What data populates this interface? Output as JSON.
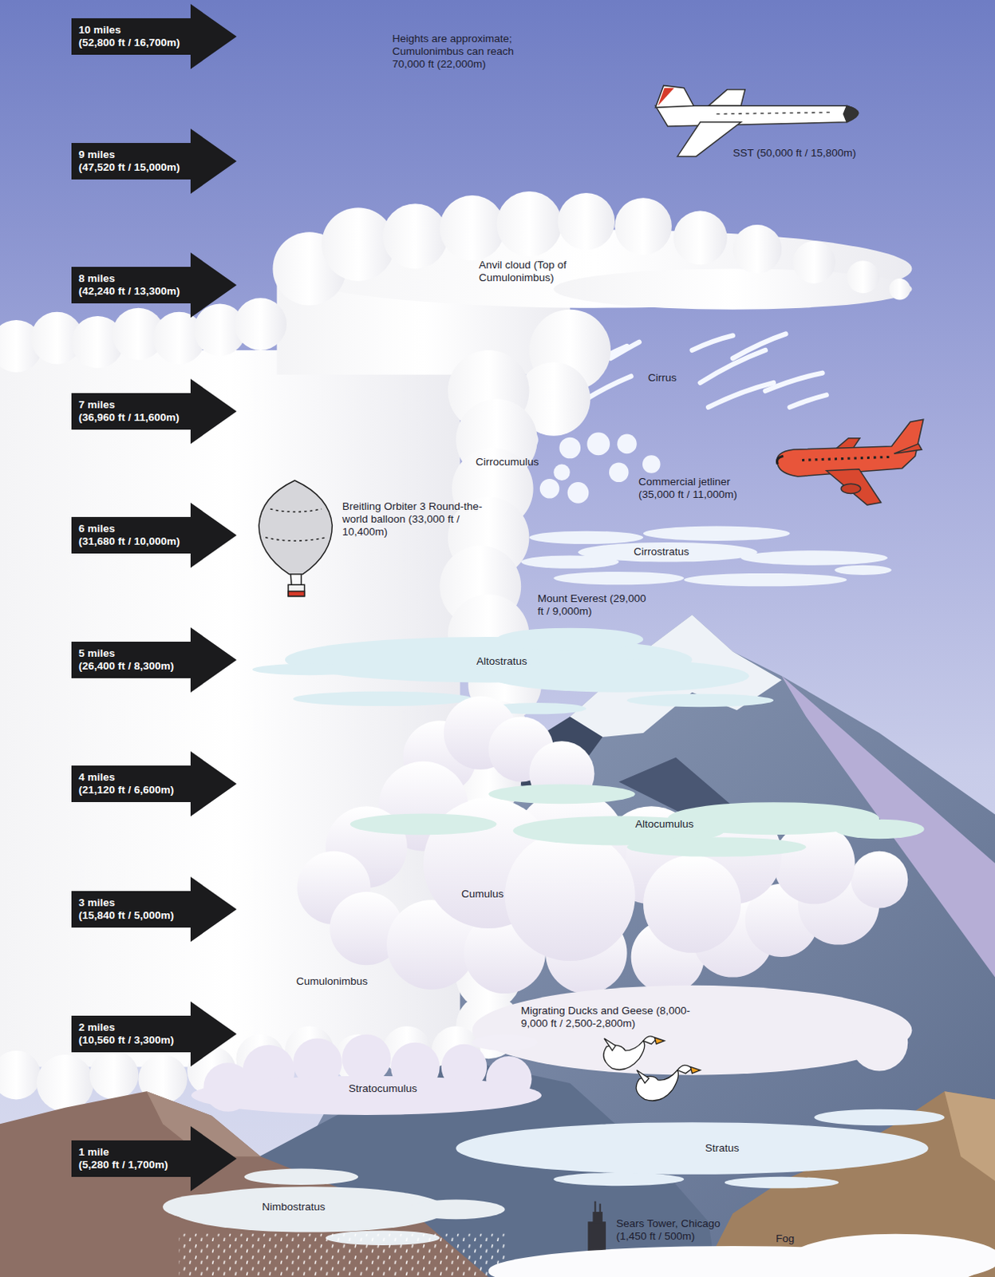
{
  "diagram": {
    "nodes": [
      {
        "text": [
          "10 miles",
          "(52,800 ft / 16,700m)"
        ]
      },
      {
        "text": [
          "9 miles",
          "(47,520 ft / 15,000m)"
        ]
      },
      {
        "text": [
          "8 miles",
          "(42,240 ft / 13,300m)"
        ]
      },
      {
        "text": [
          "7 miles",
          "(36,960 ft / 11,600m)"
        ]
      },
      {
        "text": [
          "6 miles",
          "(31,680 ft / 10,000m)"
        ]
      },
      {
        "text": [
          "5 miles",
          "(26,400 ft / 8,300m)"
        ]
      },
      {
        "text": [
          "4 miles",
          "(21,120 ft / 6,600m)"
        ]
      },
      {
        "text": [
          "3 miles",
          "(15,840 ft / 5,000m)"
        ]
      },
      {
        "text": [
          "2 miles",
          "(10,560 ft / 3,300m)"
        ]
      },
      {
        "text": [
          "1 mile",
          "(5,280 ft / 1,700m)"
        ]
      }
    ],
    "labels": [
      "Heights are approximate; Cumulonimbus can reach 70,000 ft (22,000m)",
      "SST (50,000 ft / 15,800m)",
      "Anvil cloud (Top of Cumulonimbus)",
      "Cirrus",
      "Cirrocumulus",
      "Commercial jetliner (35,000 ft / 11,000m)",
      "Breitling Orbiter 3 Round-the-world balloon (33,000 ft / 10,400m)",
      "Cirrostratus",
      "Mount Everest (29,000 ft / 9,000m)",
      "Altostratus",
      "Altocumulus",
      "Cumulus",
      "Cumulonimbus",
      "Migrating Ducks and Geese (8,000-9,000 ft / 2,500-2,800m)",
      "Stratocumulus",
      "Stratus",
      "Nimbostratus",
      "Sears Tower, Chicago (1,450 ft / 500m)",
      "Fog"
    ]
  }
}
